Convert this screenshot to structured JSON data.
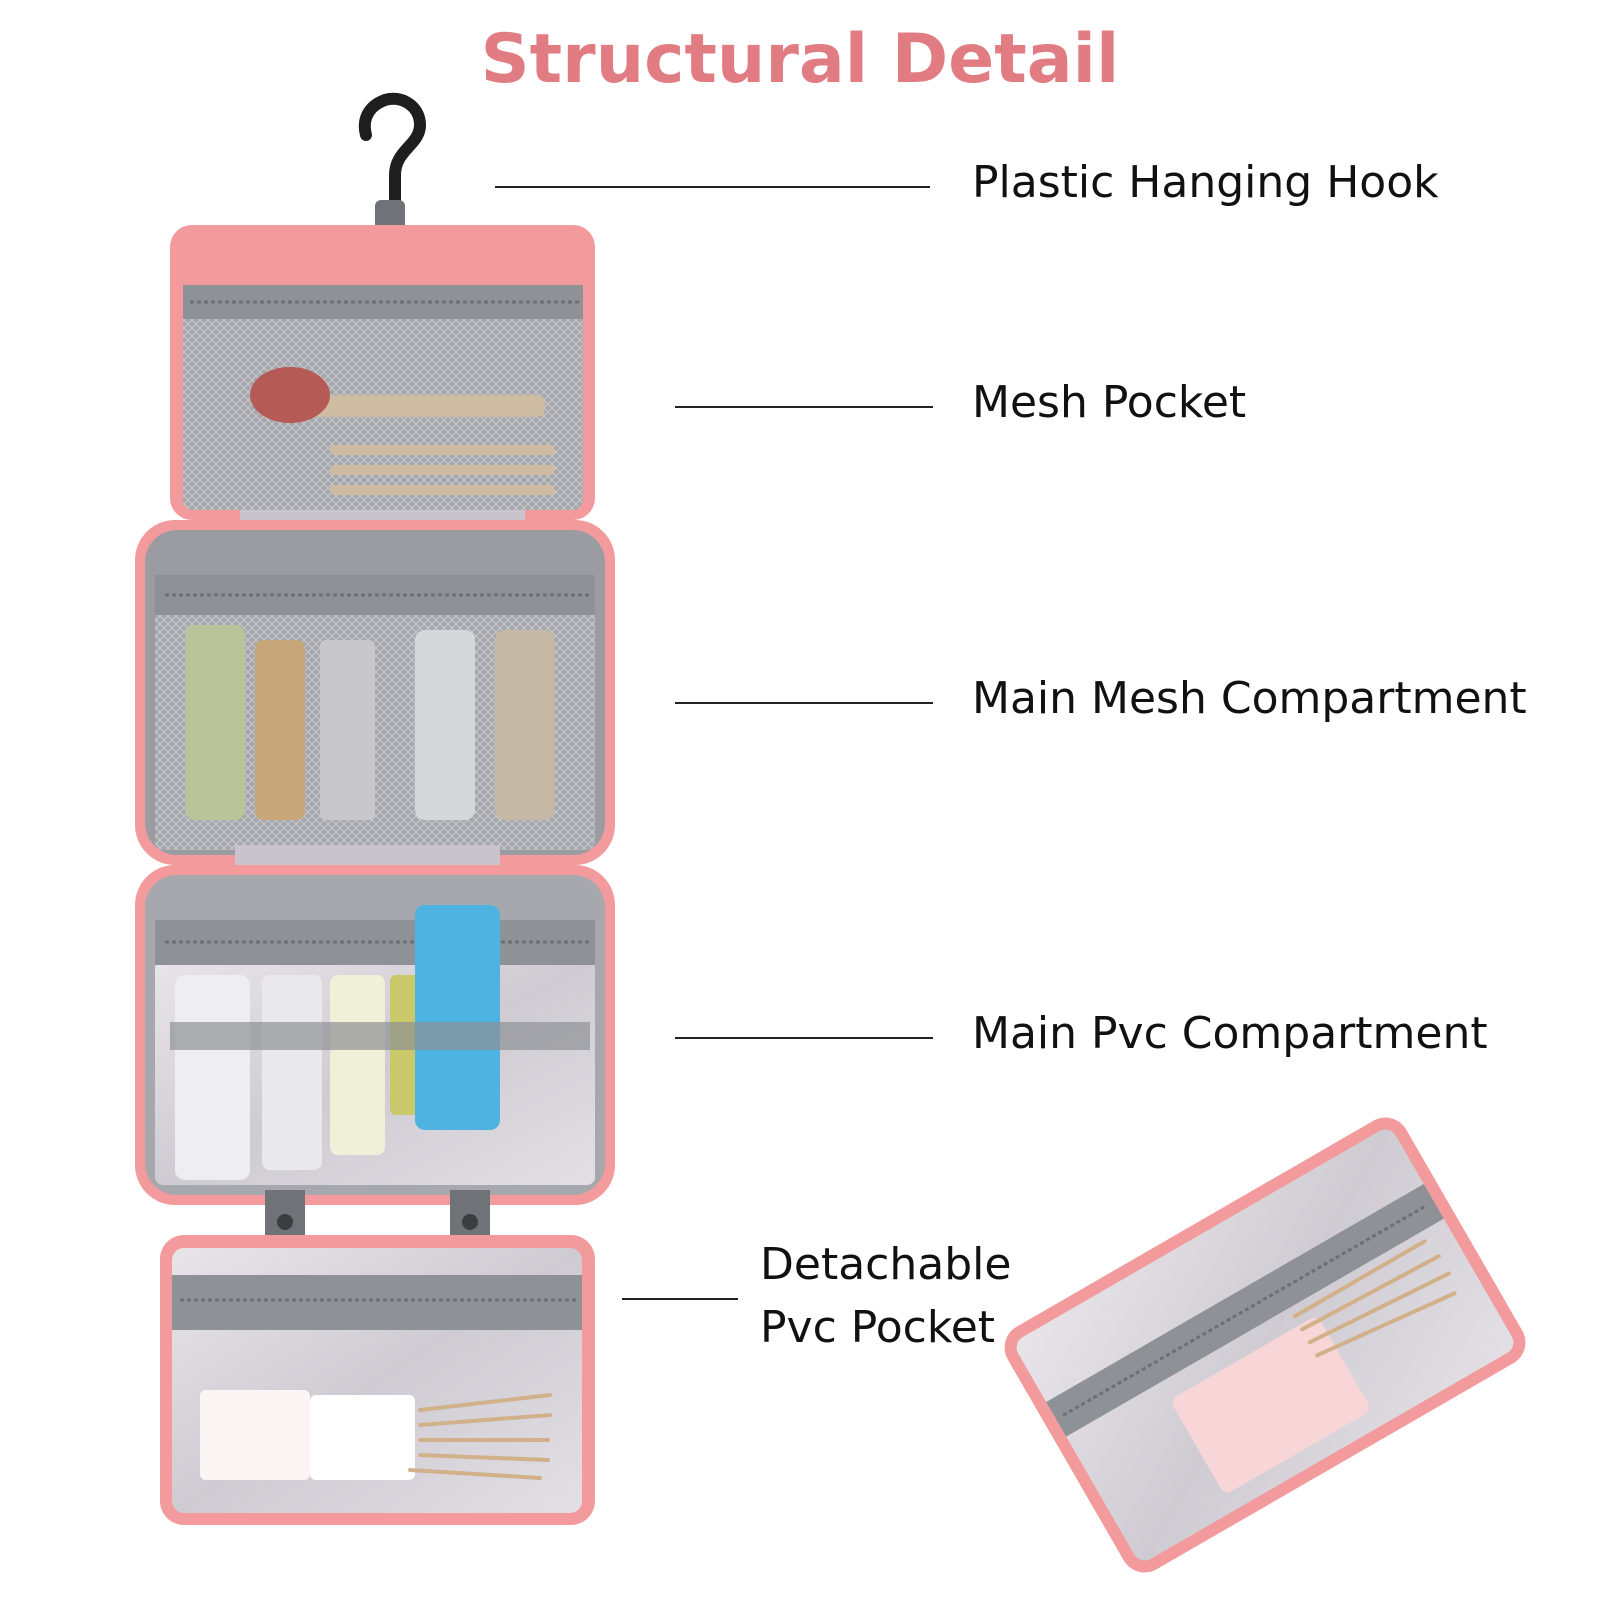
{
  "title": "Structural Detail",
  "colors": {
    "title": "#E07C82",
    "pink_fabric": "#F29A9C",
    "grey_trim": "#8E9196",
    "mesh": "#9EA0A6",
    "pvc": "#D9D6DC",
    "label_text": "#111111"
  },
  "labels": {
    "hook": "Plastic Hanging Hook",
    "mesh_pocket": "Mesh Pocket",
    "main_mesh": "Main Mesh Compartment",
    "main_pvc": "Main Pvc Compartment",
    "detachable_line1": "Detachable",
    "detachable_line2": "Pvc Pocket"
  }
}
